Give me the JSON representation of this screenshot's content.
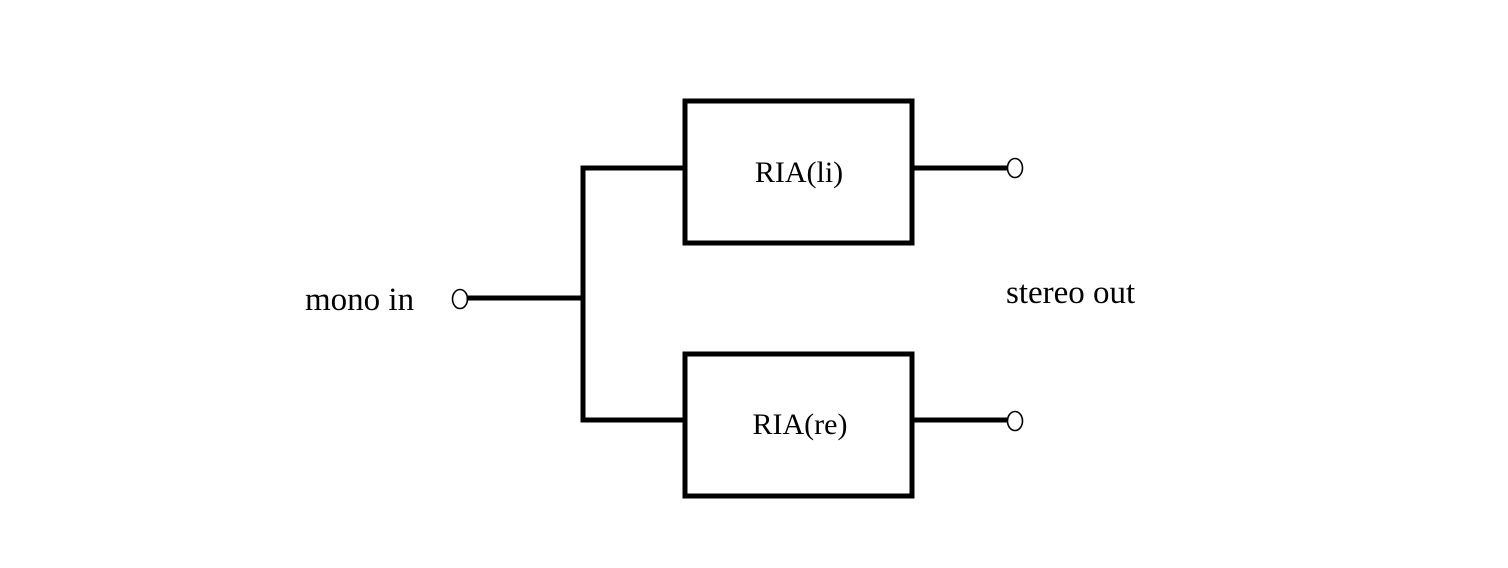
{
  "labels": {
    "input": "mono in",
    "output": "stereo out"
  },
  "blocks": {
    "left": "RIA(li)",
    "right": "RIA(re)"
  },
  "colors": {
    "line": "#000000",
    "background": "#ffffff"
  }
}
